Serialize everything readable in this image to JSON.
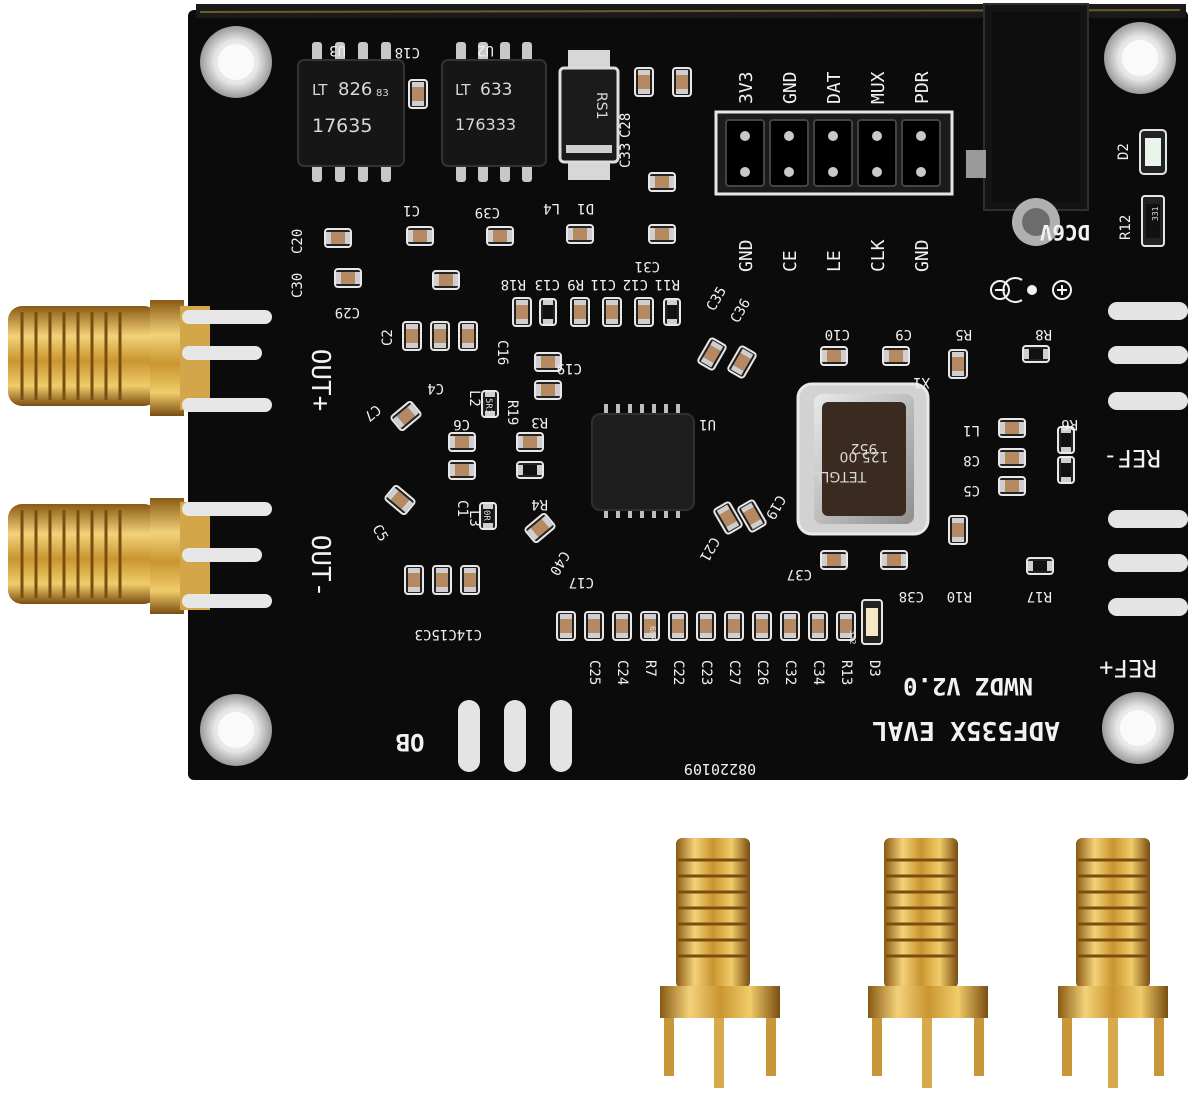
{
  "board": {
    "title": "ADF535X EVAL",
    "version": "NWDZ V2.0",
    "date_code": "08220109",
    "ob_label": "OB",
    "power_label": "DC6V",
    "out_plus": "OUT+",
    "out_minus": "OUT-",
    "ref_minus": "REF-",
    "ref_plus": "REF+"
  },
  "header_pins": {
    "top": [
      "3V3",
      "GND",
      "DAT",
      "MUX",
      "PDR"
    ],
    "bottom": [
      "GND",
      "CE",
      "LE",
      "CLK",
      "GND"
    ]
  },
  "chips": {
    "u3_mark": "826",
    "u3_sub": "17635",
    "u3_rev": "83",
    "u2_mark": "633",
    "u2_sub": "176333",
    "diode_mark": "RS1",
    "crystal_brand": "TETGLL",
    "crystal_freq": "125.00",
    "crystal_code": "952"
  },
  "designators": {
    "u3": "U3",
    "c18": "C18",
    "u2": "U2",
    "c28": "C28",
    "c33": "C33",
    "c1": "C1",
    "c39": "C39",
    "d1": "D1",
    "l4": "L4",
    "c31": "C31",
    "c20": "C20",
    "c30": "C30",
    "r18": "R18",
    "c13": "C13",
    "r9": "R9",
    "c11": "C11",
    "c12": "C12",
    "r11": "R11",
    "c35": "C35",
    "c36": "C36",
    "c29": "C29",
    "c2": "C2",
    "c4": "C4",
    "c16": "C16",
    "c19": "C19",
    "r19": "R19",
    "r3": "R3",
    "c6": "C6",
    "l2": "L2",
    "c7": "C7",
    "r4": "R4",
    "l3": "L3",
    "c5": "C5",
    "l1": "L1",
    "c8": "C8",
    "r5": "R5",
    "r6": "R6",
    "r8": "R8",
    "c10": "C10",
    "c9": "C9",
    "x1": "X1",
    "u1": "U1",
    "c21": "C21",
    "c37": "C37",
    "c38": "C38",
    "r10": "R10",
    "r17": "R17",
    "c40": "C40",
    "c17": "C17",
    "c14_15_3": "C14C15C3",
    "d2": "D2",
    "r12": "R12"
  },
  "bottom_row_labels": [
    "C25",
    "C24",
    "R7",
    "C22",
    "C23",
    "C27",
    "C26",
    "C32",
    "C34",
    "R13",
    "D3"
  ],
  "resistor_codes": {
    "r12": "331",
    "r13": "332",
    "r7": "68R",
    "r19": "5R3",
    "r_left": "0R"
  },
  "loose_connectors_count": 3,
  "colors": {
    "pcb": "#0b0b0b",
    "gold": "#d9a441",
    "silkscreen": "#f2f2f2",
    "pad": "#c8c8c8"
  }
}
